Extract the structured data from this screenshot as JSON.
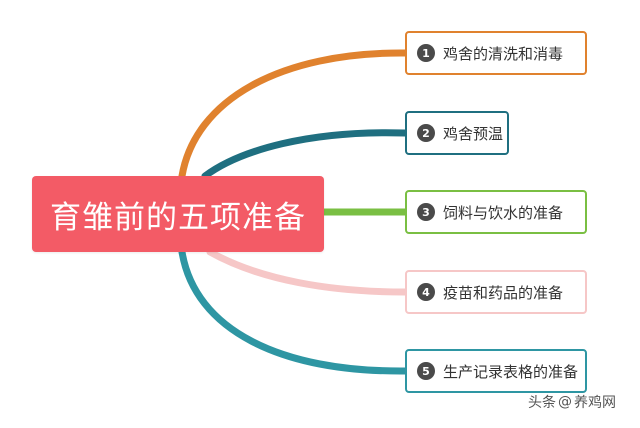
{
  "root": {
    "title": "育雏前的五项准备",
    "color": "#f35b66"
  },
  "branches": [
    {
      "number": "1",
      "label": "鸡舍的清洗和消毒",
      "color": "#e0822e"
    },
    {
      "number": "2",
      "label": "鸡舍预温",
      "color": "#1f6f80"
    },
    {
      "number": "3",
      "label": "饲料与饮水的准备",
      "color": "#7abf43"
    },
    {
      "number": "4",
      "label": "疫苗和药品的准备",
      "color": "#f6c7c7"
    },
    {
      "number": "5",
      "label": "生产记录表格的准备",
      "color": "#2e96a3"
    }
  ],
  "watermark": {
    "prefix": "头条",
    "at": "@",
    "name": "养鸡网"
  }
}
